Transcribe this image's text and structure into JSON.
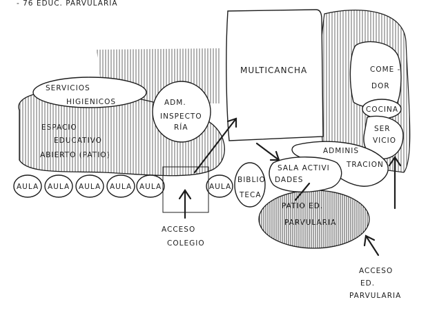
{
  "header_note": "- 76 EDUC. PARVULARIA",
  "zones": {
    "multicancha": "MULTICANCHA",
    "comedor": [
      "COME -",
      "DOR"
    ],
    "cocina": "COCINA",
    "servicio": [
      "SER",
      "VICIO"
    ],
    "servicios_higienicos": [
      "SERVICIOS",
      "HIGIENICOS"
    ],
    "adm_inspectoria": [
      "ADM.",
      "INSPECTO",
      "RÍA"
    ],
    "espacio_educativo": [
      "ESPACIO",
      "EDUCATIVO",
      "ABIERTO (PATIO)"
    ],
    "administracion": [
      "ADMINIS",
      "TRACION"
    ],
    "sala_actividades": [
      "SALA ACTIVI",
      "DADES"
    ],
    "biblioteca": [
      "BIBLIO",
      "TECA"
    ],
    "patio_ed_parvularia": [
      "PATIO ED.",
      "PARVULARIA"
    ]
  },
  "aulas": [
    "AULA",
    "AULA",
    "AULA",
    "AULA",
    "AULA",
    "AULA"
  ],
  "access": {
    "colegio": [
      "ACCESO",
      "COLEGIO"
    ],
    "parvularia": [
      "ACCESO",
      "ED.",
      "PARVULARIA"
    ]
  }
}
